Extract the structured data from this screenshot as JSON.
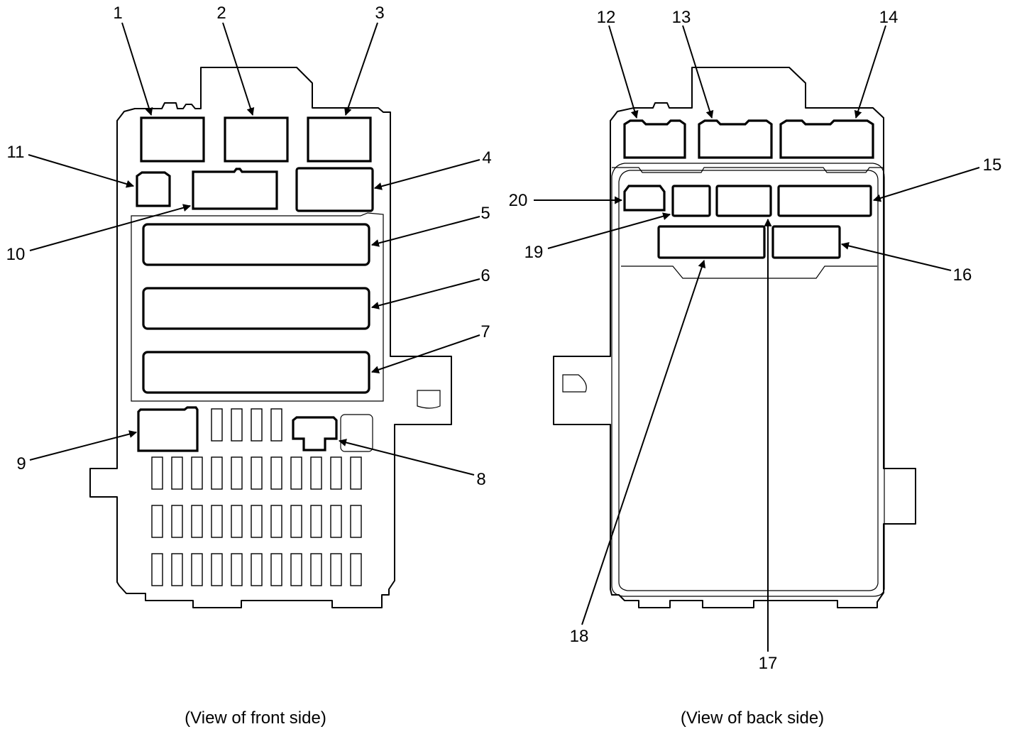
{
  "panels": [
    {
      "caption": "(View of front side)",
      "callouts": [
        "1",
        "2",
        "3",
        "4",
        "5",
        "6",
        "7",
        "8",
        "9",
        "10",
        "11"
      ]
    },
    {
      "caption": "(View of back side)",
      "callouts": [
        "12",
        "13",
        "14",
        "15",
        "16",
        "17",
        "18",
        "19",
        "20"
      ]
    }
  ]
}
